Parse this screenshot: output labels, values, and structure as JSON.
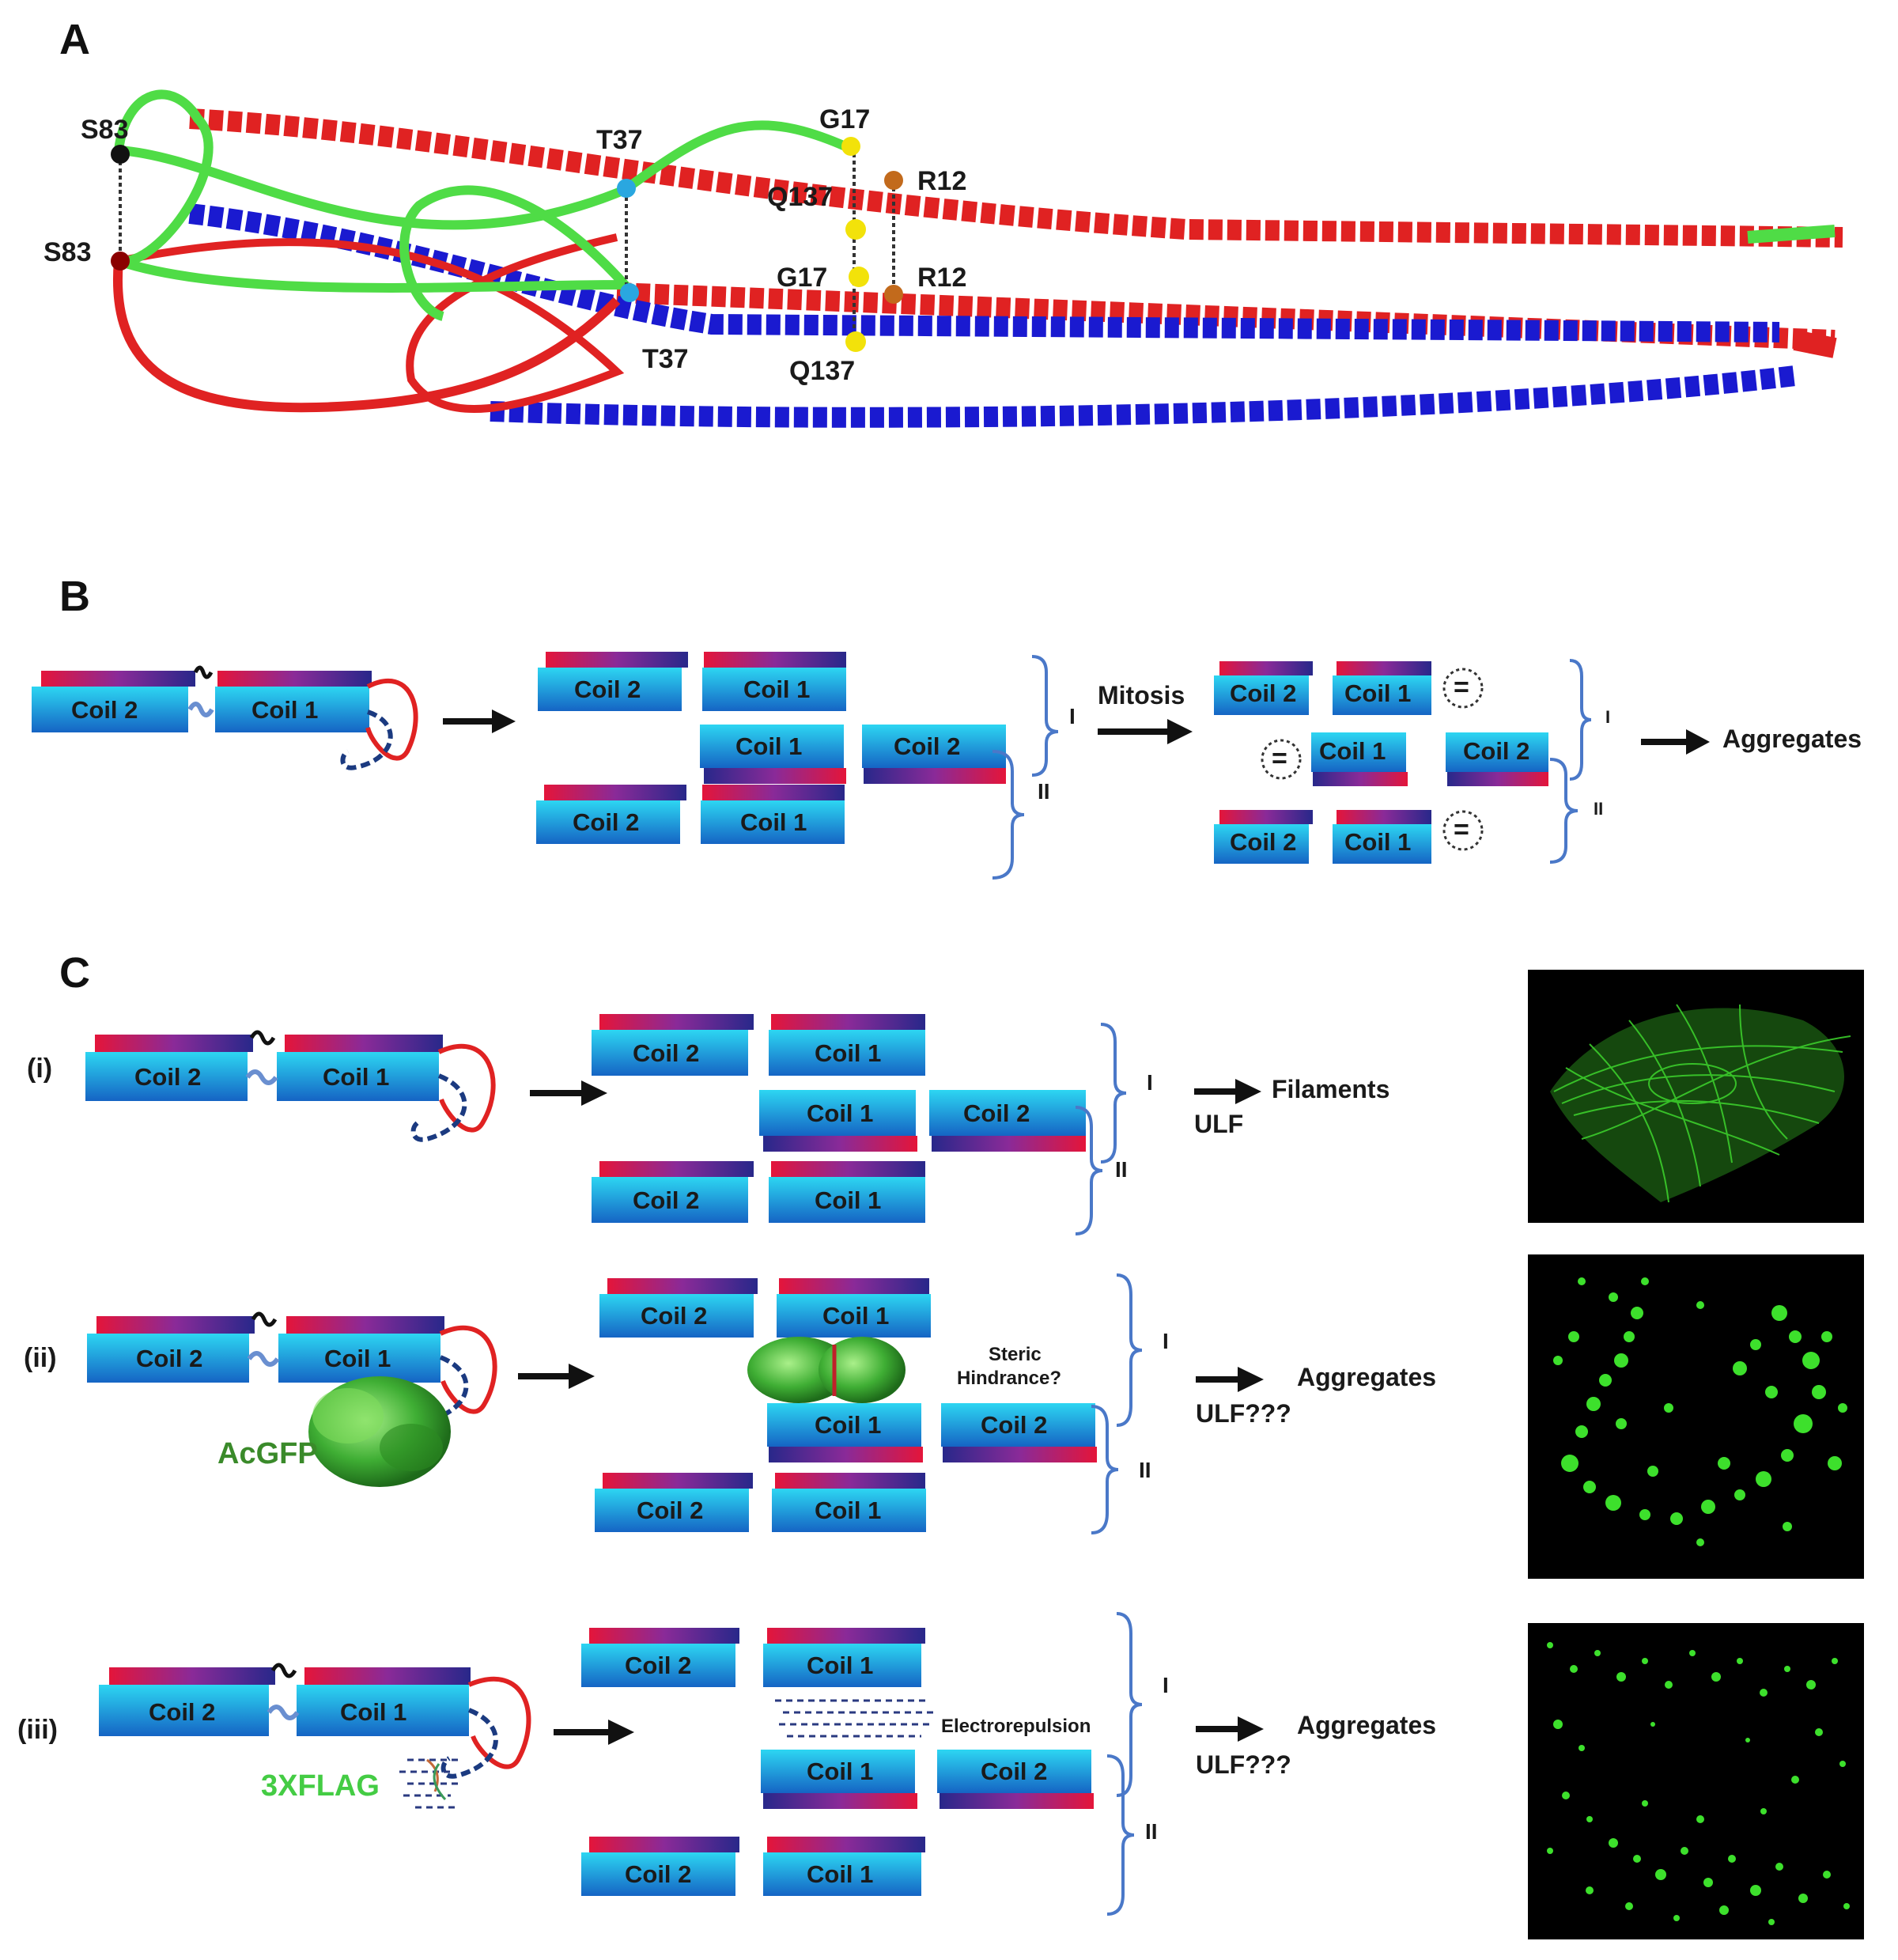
{
  "panels": {
    "a": "A",
    "b": "B",
    "c": "C"
  },
  "residues": {
    "s83_top": "S83",
    "s83_bottom": "S83",
    "t37_top": "T37",
    "t37_bottom": "T37",
    "g17_top": "G17",
    "g17_bottom": "G17",
    "r12_top": "R12",
    "r12_bottom": "R12",
    "q137_top": "Q137",
    "q137_bottom": "Q137"
  },
  "coils": {
    "coil1": "Coil 1",
    "coil2": "Coil 2"
  },
  "brackets": {
    "one": "I",
    "two": "II"
  },
  "panel_b": {
    "mitosis": "Mitosis",
    "result": "Aggregates"
  },
  "panel_c": {
    "row_labels": [
      "(i)",
      "(ii)",
      "(iii)"
    ],
    "ulf": "ULF",
    "ulf_q": "ULF???",
    "filaments": "Filaments",
    "aggregates": "Aggregates",
    "acgfp": "AcGFP",
    "flag": "3XFLAG",
    "steric_1": "Steric",
    "steric_2": "Hindrance?",
    "electro": "Electrorepulsion"
  },
  "colors": {
    "helix_red": "#e02222",
    "helix_blue": "#1a1ad0",
    "loop_green": "#4fdc46",
    "fluor_green": "#33dd33",
    "coil_cyan": "#22b8e8",
    "coil_blue": "#1566c8",
    "gradient_red": "#e0153a",
    "gradient_purple": "#7a2aa0",
    "gradient_navy": "#2a2a8c"
  }
}
